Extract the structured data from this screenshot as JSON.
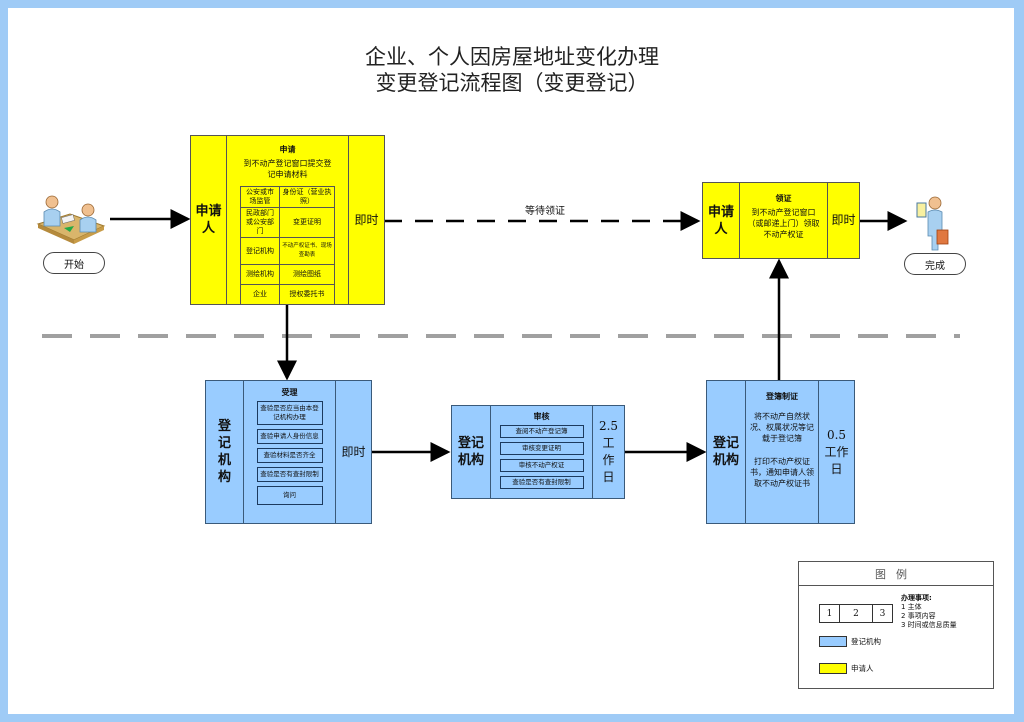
{
  "title": {
    "line1": "企业、个人因房屋地址变化办理",
    "line2": "变更登记流程图（变更登记）"
  },
  "colors": {
    "frame": "#9fcbf6",
    "applicant": "#ffff00",
    "registry": "#99ccff",
    "separator": "#a0a0a0"
  },
  "start": {
    "label": "开始",
    "icon": "meeting-people-icon"
  },
  "finish": {
    "label": "完成",
    "icon": "person-with-certificate-icon"
  },
  "steps": {
    "apply": {
      "actor": "申请人",
      "title": "申请",
      "desc": "到不动产登记窗口提交登记申请材料",
      "materials": [
        {
          "source": "公安或市场监管",
          "item": "身份证（营业执照）"
        },
        {
          "source": "民政部门或公安部门",
          "item": "变更证明"
        },
        {
          "source": "登记机构",
          "item": "不动产权证书、现场查勘表"
        },
        {
          "source": "测绘机构",
          "item": "测绘图纸"
        },
        {
          "source": "企业",
          "item": "授权委托书"
        }
      ],
      "time": "即时"
    },
    "accept": {
      "actor": "登记机构",
      "title": "受理",
      "tasks": [
        "查验是否应当由本登记机构办理",
        "查验申请人身份信息",
        "查验材料是否齐全",
        "查验是否有查封限制",
        "询问"
      ],
      "time": "即时"
    },
    "review": {
      "actor": "登记机构",
      "title": "审核",
      "tasks": [
        "查阅不动产登记簿",
        "审核变更证明",
        "审核不动产权证",
        "查验是否有查封限制"
      ],
      "time": "2.5工作日"
    },
    "register": {
      "actor": "登记机构",
      "title": "登簿制证",
      "desc1": "将不动产自然状况、权属状况等记载于登记簿",
      "desc2": "打印不动产权证书，通知申请人领取不动产权证书",
      "time": "0.5工作日"
    },
    "collect": {
      "actor": "申请人",
      "title": "领证",
      "desc": "到不动产登记窗口（或邮递上门）领取不动产权证",
      "time": "即时"
    }
  },
  "edges": {
    "wait_label": "等待领证"
  },
  "legend": {
    "title": "图例",
    "key": [
      "1",
      "2",
      "3"
    ],
    "notes_title": "办理事项:",
    "notes": [
      "1 主体",
      "2 事项内容",
      "3 时间或信息质量"
    ],
    "items": [
      {
        "label": "登记机构",
        "color": "#99ccff"
      },
      {
        "label": "申请人",
        "color": "#ffff00"
      }
    ]
  }
}
